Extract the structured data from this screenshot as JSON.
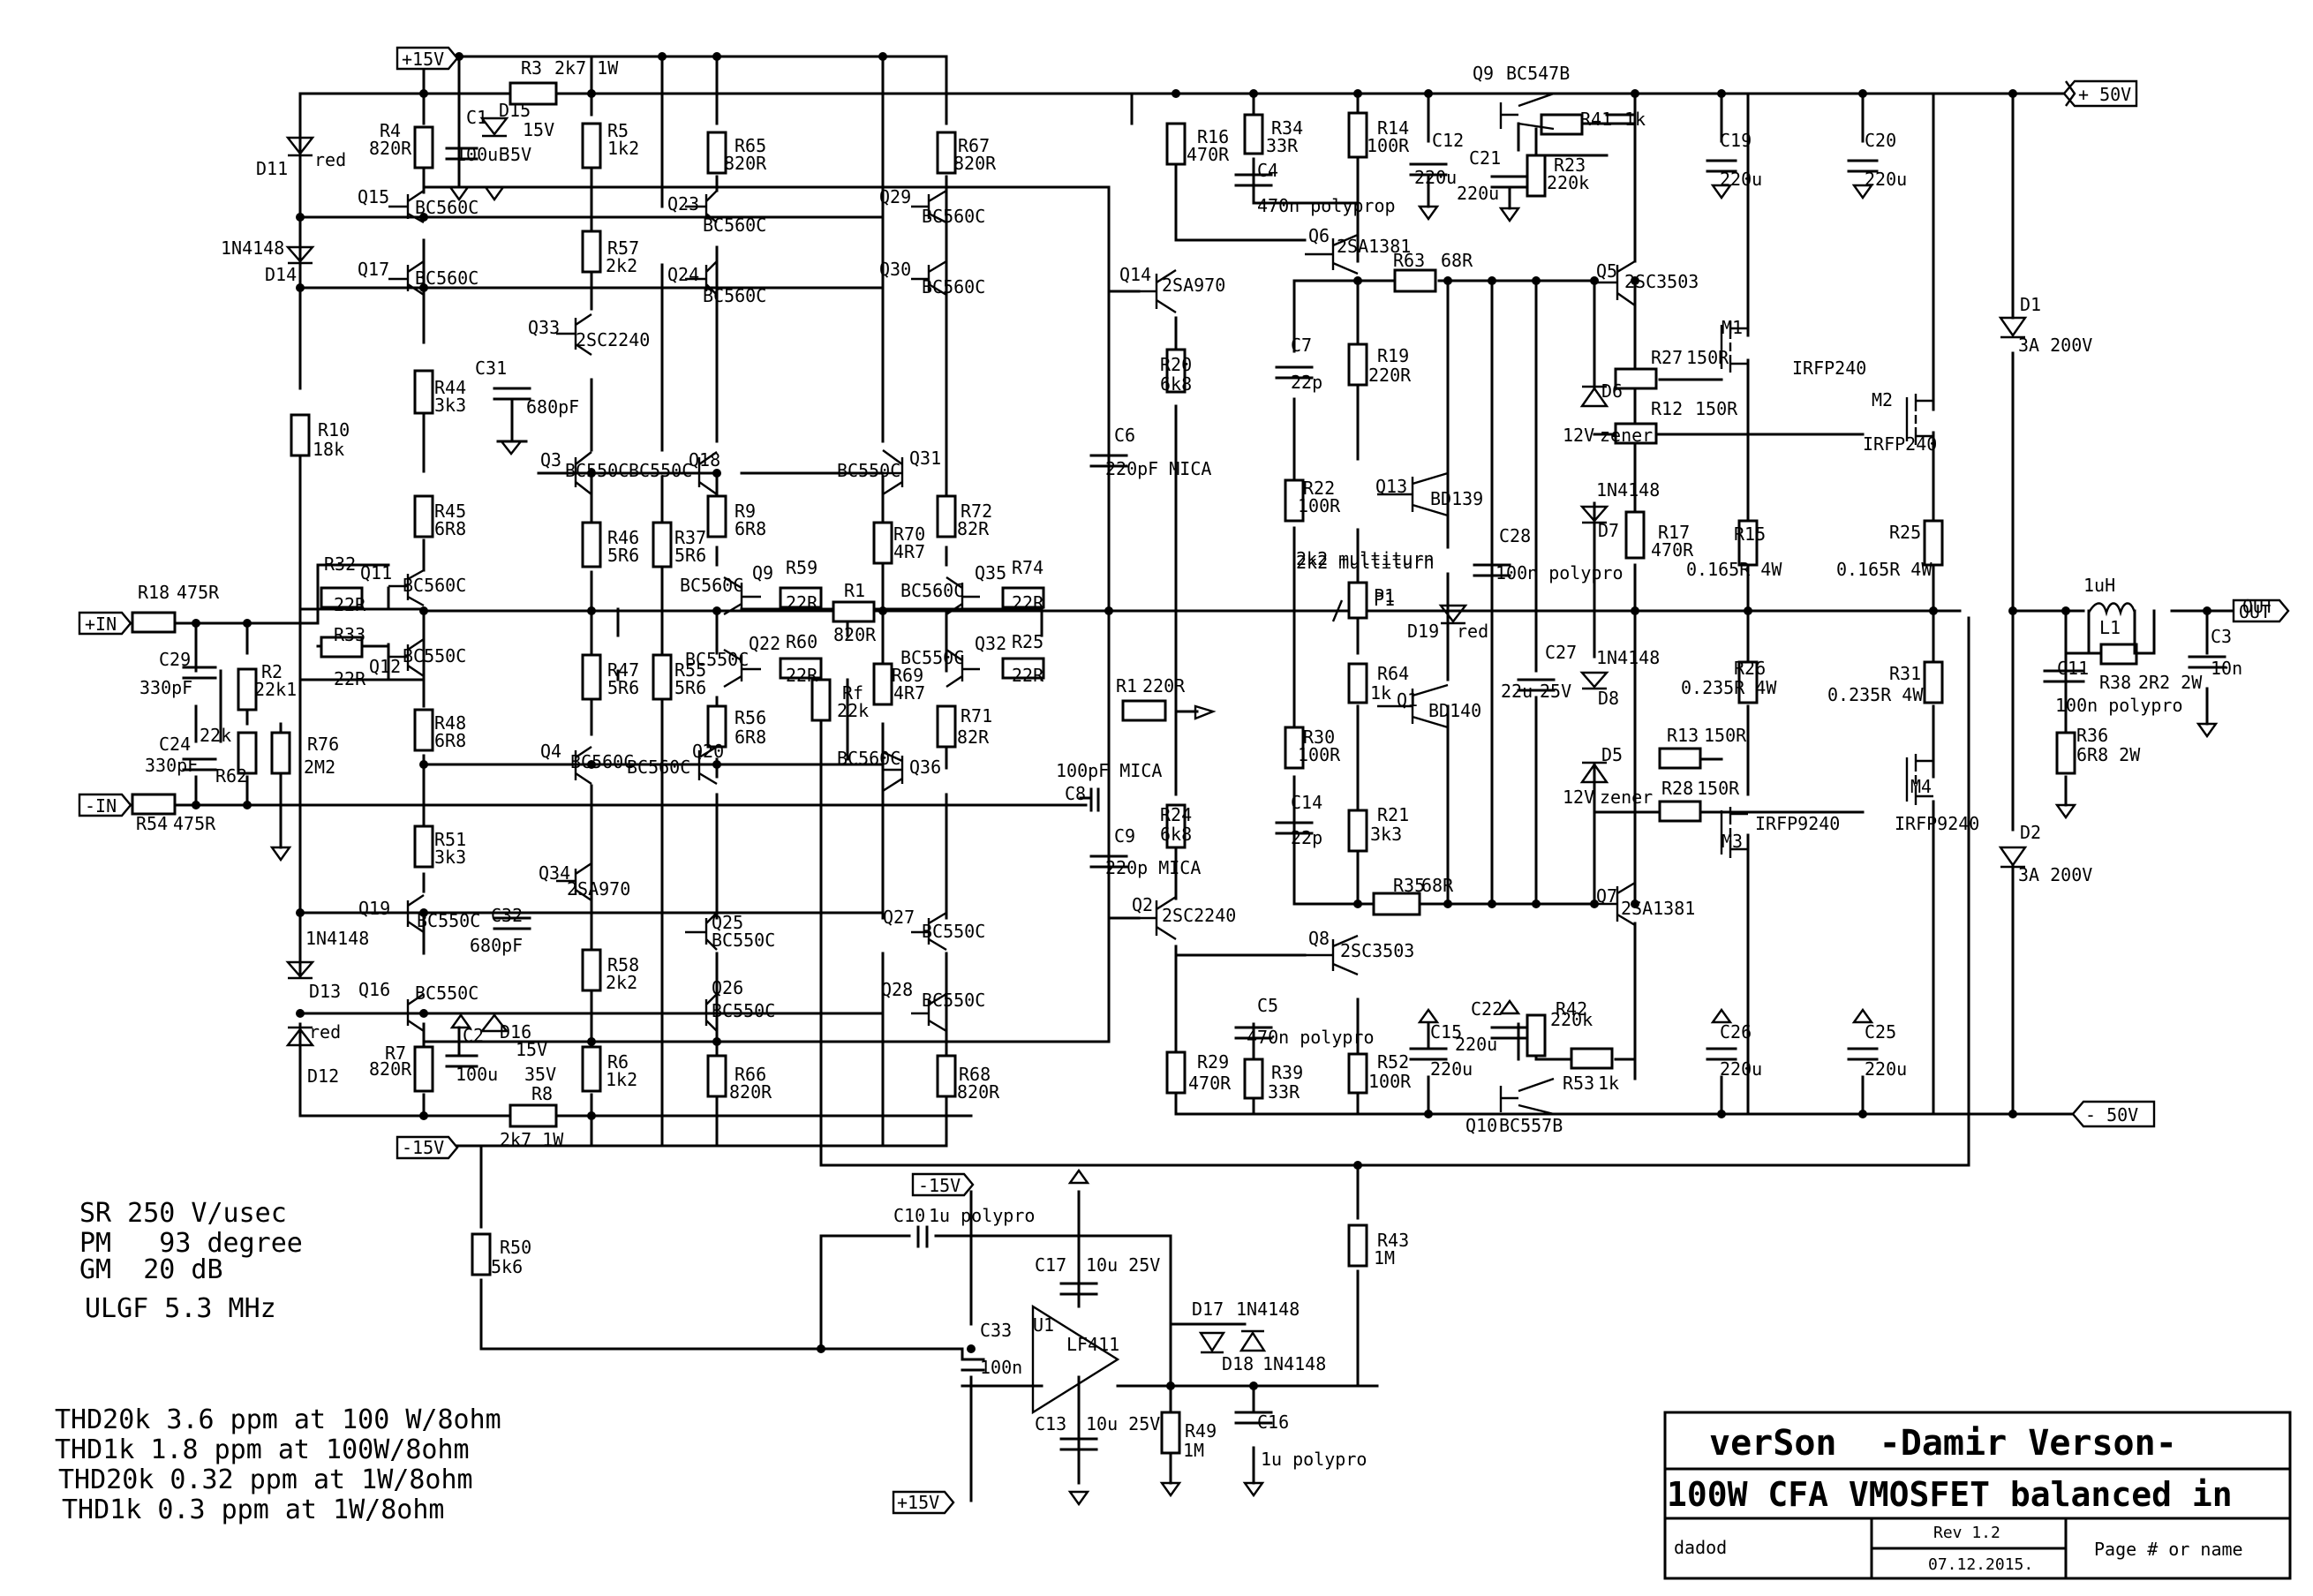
{
  "rails": {
    "pos15": "+15V",
    "neg15": "-15V",
    "pos50": "+ 50V",
    "neg50": "- 50V",
    "out": "OUT",
    "in_pos": "+IN",
    "in_neg": "-IN",
    "op_neg15": "-15V",
    "op_pos15": "+15V"
  },
  "specs": [
    "SR 250 V/usec",
    "PM   93 degree",
    "GM  20 dB",
    "ULGF 5.3 MHz"
  ],
  "thd": [
    "THD20k 3.6 ppm at 100 W/8ohm",
    "THD1k 1.8 ppm at 100W/8ohm",
    "THD20k 0.32 ppm at 1W/8ohm",
    "THD1k 0.3 ppm at 1W/8ohm"
  ],
  "title_block": {
    "author": "verSon  -Damir Verson-",
    "title": "100W CFA VMOSFET balanced in",
    "drawn_by": "dadod",
    "rev": "Rev 1.2",
    "date": "07.12.2015.",
    "page": "Page # or name"
  },
  "labels": [
    [
      "R3",
      590,
      84
    ],
    [
      "2k7 1W",
      628,
      84
    ],
    [
      "C1",
      528,
      140
    ],
    [
      "D15",
      565,
      132
    ],
    [
      "15V",
      592,
      154
    ],
    [
      "100uF",
      516,
      182
    ],
    [
      "35V",
      566,
      182
    ],
    [
      "R4",
      430,
      155
    ],
    [
      "820R",
      418,
      175
    ],
    [
      "R5",
      688,
      155
    ],
    [
      "1k2",
      688,
      175
    ],
    [
      "R65",
      832,
      172
    ],
    [
      "820R",
      820,
      192
    ],
    [
      "R67",
      1085,
      172
    ],
    [
      "820R",
      1080,
      192
    ],
    [
      "D11",
      290,
      198
    ],
    [
      "red",
      356,
      188
    ],
    [
      "Q15",
      405,
      230
    ],
    [
      "BC560C",
      470,
      242
    ],
    [
      "Q23",
      756,
      238
    ],
    [
      "BC560C",
      796,
      262
    ],
    [
      "Q29",
      996,
      230
    ],
    [
      "BC560C",
      1044,
      252
    ],
    [
      "1N4148",
      250,
      288
    ],
    [
      "D14",
      300,
      318
    ],
    [
      "Q17",
      405,
      312
    ],
    [
      "BC560C",
      470,
      322
    ],
    [
      "R57",
      688,
      288
    ],
    [
      "2k2",
      686,
      308
    ],
    [
      "Q24",
      756,
      318
    ],
    [
      "BC560C",
      796,
      342
    ],
    [
      "Q30",
      996,
      312
    ],
    [
      "BC560C",
      1044,
      332
    ],
    [
      "Q33",
      598,
      378
    ],
    [
      "2SC2240",
      652,
      392
    ],
    [
      "C31",
      538,
      424
    ],
    [
      "680pF",
      596,
      468
    ],
    [
      "R44",
      492,
      446
    ],
    [
      "3k3",
      492,
      466
    ],
    [
      "R10",
      360,
      494
    ],
    [
      "18k",
      354,
      516
    ],
    [
      "Q3",
      612,
      528
    ],
    [
      "BC550C",
      640,
      540
    ],
    [
      "BC550C",
      712,
      540
    ],
    [
      "Q18",
      780,
      528
    ],
    [
      "BC550C",
      948,
      540
    ],
    [
      "Q31",
      1030,
      526
    ],
    [
      "R45",
      492,
      586
    ],
    [
      "6R8",
      492,
      606
    ],
    [
      "R9",
      832,
      586
    ],
    [
      "6R8",
      832,
      606
    ],
    [
      "R72",
      1088,
      586
    ],
    [
      "82R",
      1084,
      606
    ],
    [
      "R46",
      688,
      616
    ],
    [
      "5R6",
      688,
      636
    ],
    [
      "R37",
      764,
      616
    ],
    [
      "5R6",
      764,
      636
    ],
    [
      "R70",
      1012,
      612
    ],
    [
      "4R7",
      1012,
      632
    ],
    [
      "2k2 multiturn",
      1468,
      644
    ],
    [
      "R32",
      367,
      646
    ],
    [
      "R18",
      156,
      678
    ],
    [
      "475R",
      200,
      678
    ],
    [
      "Q11",
      408,
      656
    ],
    [
      "BC560C",
      456,
      670
    ],
    [
      "22R",
      378,
      692
    ],
    [
      "Q9",
      852,
      656
    ],
    [
      "R59",
      890,
      650
    ],
    [
      "22R",
      890,
      690
    ],
    [
      "BC560C",
      770,
      670
    ],
    [
      "Q35",
      1104,
      656
    ],
    [
      "R74",
      1146,
      650
    ],
    [
      "22R",
      1146,
      690
    ],
    [
      "BC560C",
      1020,
      676
    ],
    [
      "R1",
      956,
      676
    ],
    [
      "820R",
      944,
      726
    ],
    [
      "P1",
      1556,
      686
    ],
    [
      "R33",
      378,
      726
    ],
    [
      "22R",
      378,
      776
    ],
    [
      "BC550C",
      456,
      750
    ],
    [
      "Q12",
      418,
      762
    ],
    [
      "R60",
      890,
      734
    ],
    [
      "22R",
      890,
      772
    ],
    [
      "Q22",
      848,
      736
    ],
    [
      "BC550C",
      776,
      754
    ],
    [
      "BC550C",
      1020,
      752
    ],
    [
      "Q32",
      1104,
      736
    ],
    [
      "R25",
      1146,
      734
    ],
    [
      "22R",
      1146,
      772
    ],
    [
      "R47",
      688,
      766
    ],
    [
      "5R6",
      688,
      786
    ],
    [
      "R55",
      764,
      766
    ],
    [
      "5R6",
      764,
      786
    ],
    [
      "R69",
      1010,
      772
    ],
    [
      "4R7",
      1012,
      792
    ],
    [
      "Rf",
      954,
      792
    ],
    [
      "22k",
      948,
      812
    ],
    [
      "R2",
      296,
      768
    ],
    [
      "22k1",
      288,
      788
    ],
    [
      "C29",
      180,
      754
    ],
    [
      "330pF",
      158,
      786
    ],
    [
      "R76",
      348,
      850
    ],
    [
      "2M2",
      344,
      876
    ],
    [
      "R48",
      492,
      826
    ],
    [
      "6R8",
      492,
      846
    ],
    [
      "R56",
      832,
      820
    ],
    [
      "6R8",
      832,
      842
    ],
    [
      "R71",
      1088,
      818
    ],
    [
      "82R",
      1084,
      842
    ],
    [
      "C24",
      180,
      850
    ],
    [
      "22k",
      226,
      840
    ],
    [
      "330pF",
      164,
      874
    ],
    [
      "R62",
      244,
      886
    ],
    [
      "Q4",
      612,
      858
    ],
    [
      "BC560C",
      646,
      870
    ],
    [
      "BC560C",
      710,
      876
    ],
    [
      "Q20",
      784,
      858
    ],
    [
      "BC560C",
      948,
      866
    ],
    [
      "Q36",
      1030,
      876
    ],
    [
      "R54",
      154,
      940
    ],
    [
      "475R",
      196,
      940
    ],
    [
      "R51",
      492,
      958
    ],
    [
      "3k3",
      492,
      978
    ],
    [
      "Q34",
      610,
      996
    ],
    [
      "2SA970",
      642,
      1014
    ],
    [
      "Q19",
      406,
      1036
    ],
    [
      "BC550C",
      472,
      1050
    ],
    [
      "C32",
      556,
      1044
    ],
    [
      "680pF",
      532,
      1078
    ],
    [
      "Q25",
      806,
      1052
    ],
    [
      "BC550C",
      806,
      1072
    ],
    [
      "Q27",
      1000,
      1046
    ],
    [
      "BC550C",
      1044,
      1062
    ],
    [
      "1N4148",
      346,
      1070
    ],
    [
      "R58",
      688,
      1100
    ],
    [
      "2k2",
      686,
      1120
    ],
    [
      "D13",
      350,
      1130
    ],
    [
      "Q16",
      406,
      1128
    ],
    [
      "BC550C",
      470,
      1132
    ],
    [
      "Q26",
      806,
      1126
    ],
    [
      "BC550C",
      806,
      1152
    ],
    [
      "Q28",
      998,
      1128
    ],
    [
      "BC550C",
      1044,
      1140
    ],
    [
      "red",
      350,
      1176
    ],
    [
      "C2",
      524,
      1180
    ],
    [
      "D16",
      566,
      1176
    ],
    [
      "15V",
      584,
      1196
    ],
    [
      "R7",
      436,
      1200
    ],
    [
      "820R",
      418,
      1218
    ],
    [
      "100u",
      516,
      1224
    ],
    [
      "35V",
      594,
      1224
    ],
    [
      "R6",
      688,
      1210
    ],
    [
      "1k2",
      686,
      1230
    ],
    [
      "R66",
      832,
      1224
    ],
    [
      "820R",
      826,
      1244
    ],
    [
      "R68",
      1086,
      1224
    ],
    [
      "820R",
      1084,
      1244
    ],
    [
      "D12",
      348,
      1226
    ],
    [
      "R8",
      602,
      1246
    ],
    [
      "2k7 1W",
      566,
      1298
    ],
    [
      "R16",
      1356,
      162
    ],
    [
      "470R",
      1344,
      182
    ],
    [
      "R34",
      1440,
      152
    ],
    [
      "33R",
      1434,
      172
    ],
    [
      "C4",
      1424,
      200
    ],
    [
      "470n polyprop",
      1424,
      240
    ],
    [
      "R14",
      1560,
      152
    ],
    [
      "100R",
      1548,
      172
    ],
    [
      "C12",
      1622,
      166
    ],
    [
      "220u",
      1602,
      208
    ],
    [
      "Q9",
      1668,
      90
    ],
    [
      "BC547B",
      1706,
      90
    ],
    [
      "R41",
      1790,
      142
    ],
    [
      "1k",
      1840,
      142
    ],
    [
      "C21",
      1664,
      186
    ],
    [
      "220u",
      1650,
      226
    ],
    [
      "R23",
      1760,
      194
    ],
    [
      "220k",
      1752,
      214
    ],
    [
      "C19",
      1948,
      166
    ],
    [
      "220u",
      1948,
      210
    ],
    [
      "C20",
      2112,
      166
    ],
    [
      "220u",
      2112,
      210
    ],
    [
      "Q6",
      1482,
      274
    ],
    [
      "2SA1381",
      1514,
      286
    ],
    [
      "Q14",
      1268,
      318
    ],
    [
      "2SA970",
      1316,
      330
    ],
    [
      "R63",
      1578,
      302
    ],
    [
      "68R",
      1632,
      302
    ],
    [
      "Q5",
      1808,
      314
    ],
    [
      "2SC3503",
      1840,
      326
    ],
    [
      "D1",
      2288,
      352
    ],
    [
      "3A 200V",
      2286,
      398
    ],
    [
      "C7",
      1462,
      398
    ],
    [
      "22p",
      1462,
      440
    ],
    [
      "R19",
      1560,
      410
    ],
    [
      "220R",
      1550,
      432
    ],
    [
      "R20",
      1314,
      420
    ],
    [
      "6k8",
      1314,
      442
    ],
    [
      "M1",
      1950,
      378
    ],
    [
      "R27",
      1870,
      412
    ],
    [
      "150R",
      1910,
      412
    ],
    [
      "IRFP240",
      2030,
      424
    ],
    [
      "D6",
      1814,
      450
    ],
    [
      "12V",
      1770,
      500
    ],
    [
      "zener",
      1812,
      500
    ],
    [
      "R12",
      1870,
      470
    ],
    [
      "150R",
      1920,
      470
    ],
    [
      "M2",
      2120,
      460
    ],
    [
      "IRFP240",
      2110,
      510
    ],
    [
      "C6",
      1262,
      500
    ],
    [
      "220pF MICA",
      1252,
      538
    ],
    [
      "R22",
      1476,
      560
    ],
    [
      "100R",
      1470,
      580
    ],
    [
      "Q13",
      1558,
      558
    ],
    [
      "BD139",
      1620,
      572
    ],
    [
      "1N4148",
      1808,
      562
    ],
    [
      "D7",
      1810,
      608
    ],
    [
      "R17",
      1878,
      610
    ],
    [
      "470R",
      1870,
      630
    ],
    [
      "R15",
      1964,
      612
    ],
    [
      "0.165R 4W",
      1910,
      652
    ],
    [
      "R25",
      2140,
      610
    ],
    [
      "0.165R 4W",
      2080,
      652
    ],
    [
      "C28",
      1698,
      614
    ],
    [
      "100n polypro",
      1694,
      656
    ],
    [
      "2k2 multiturn",
      1468,
      640
    ],
    [
      "P1",
      1556,
      682
    ],
    [
      "1uH",
      2360,
      670
    ],
    [
      "L1",
      2378,
      718
    ],
    [
      "OUT",
      2540,
      694
    ],
    [
      "D19",
      1594,
      722
    ],
    [
      "red",
      1650,
      722
    ],
    [
      "C27",
      1750,
      746
    ],
    [
      "22u",
      1700,
      790
    ],
    [
      "25V",
      1744,
      790
    ],
    [
      "R64",
      1560,
      770
    ],
    [
      "1k",
      1552,
      792
    ],
    [
      "1N4148",
      1808,
      752
    ],
    [
      "D8",
      1810,
      798
    ],
    [
      "R26",
      1964,
      764
    ],
    [
      "0.235R 4W",
      1904,
      786
    ],
    [
      "R31",
      2140,
      770
    ],
    [
      "0.235R 4W",
      2070,
      794
    ],
    [
      "C11",
      2330,
      764
    ],
    [
      "R38",
      2378,
      780
    ],
    [
      "2R2 2W",
      2422,
      780
    ],
    [
      "100n polypro",
      2328,
      806
    ],
    [
      "C3",
      2504,
      728
    ],
    [
      "10n",
      2504,
      764
    ],
    [
      "R1",
      1264,
      784
    ],
    [
      "220R",
      1294,
      784
    ],
    [
      "Q1",
      1582,
      800
    ],
    [
      "BD140",
      1618,
      812
    ],
    [
      "R36",
      2352,
      840
    ],
    [
      "6R8 2W",
      2352,
      862
    ],
    [
      "R13",
      1888,
      840
    ],
    [
      "150R",
      1930,
      840
    ],
    [
      "R30",
      1476,
      842
    ],
    [
      "100R",
      1470,
      862
    ],
    [
      "D5",
      1814,
      862
    ],
    [
      "12V",
      1770,
      910
    ],
    [
      "zener",
      1812,
      910
    ],
    [
      "100pF MICA",
      1196,
      880
    ],
    [
      "C8",
      1206,
      906
    ],
    [
      "R28",
      1882,
      900
    ],
    [
      "150R",
      1922,
      900
    ],
    [
      "M4",
      2164,
      898
    ],
    [
      "IRFP9240",
      1988,
      940
    ],
    [
      "IRFP9240",
      2146,
      940
    ],
    [
      "R24",
      1314,
      930
    ],
    [
      "6k8",
      1314,
      952
    ],
    [
      "C14",
      1462,
      916
    ],
    [
      "22p",
      1462,
      956
    ],
    [
      "R21",
      1560,
      930
    ],
    [
      "3k3",
      1552,
      952
    ],
    [
      "C9",
      1262,
      954
    ],
    [
      "220p MICA",
      1252,
      990
    ],
    [
      "M3",
      1950,
      960
    ],
    [
      "D2",
      2288,
      950
    ],
    [
      "3A 200V",
      2286,
      998
    ],
    [
      "R35",
      1578,
      1010
    ],
    [
      "68R",
      1610,
      1010
    ],
    [
      "Q2",
      1282,
      1032
    ],
    [
      "2SC2240",
      1316,
      1044
    ],
    [
      "Q7",
      1808,
      1022
    ],
    [
      "2SA1381",
      1836,
      1036
    ],
    [
      "Q8",
      1482,
      1070
    ],
    [
      "2SC3503",
      1518,
      1084
    ],
    [
      "C5",
      1424,
      1146
    ],
    [
      "470n polypro",
      1412,
      1182
    ],
    [
      "C22",
      1666,
      1150
    ],
    [
      "R42",
      1762,
      1150
    ],
    [
      "220k",
      1756,
      1162
    ],
    [
      "220u",
      1648,
      1190
    ],
    [
      "C15",
      1620,
      1176
    ],
    [
      "220u",
      1620,
      1218
    ],
    [
      "C26",
      1948,
      1176
    ],
    [
      "220u",
      1948,
      1218
    ],
    [
      "C25",
      2112,
      1176
    ],
    [
      "220u",
      2112,
      1218
    ],
    [
      "R29",
      1356,
      1210
    ],
    [
      "470R",
      1346,
      1234
    ],
    [
      "R39",
      1440,
      1222
    ],
    [
      "33R",
      1436,
      1244
    ],
    [
      "R52",
      1560,
      1210
    ],
    [
      "100R",
      1550,
      1232
    ],
    [
      "R53",
      1770,
      1234
    ],
    [
      "1k",
      1810,
      1234
    ],
    [
      "Q10",
      1660,
      1282
    ],
    [
      "BC557B",
      1698,
      1282
    ],
    [
      "C10",
      1012,
      1384
    ],
    [
      "1u polypro",
      1052,
      1384
    ],
    [
      "R43",
      1560,
      1412
    ],
    [
      "1M",
      1556,
      1432
    ],
    [
      "R50",
      566,
      1420
    ],
    [
      "5k6",
      556,
      1442
    ],
    [
      "C17",
      1172,
      1440
    ],
    [
      "10u 25V",
      1230,
      1440
    ],
    [
      "D17",
      1350,
      1490
    ],
    [
      "1N4148",
      1400,
      1490
    ],
    [
      "U1",
      1170,
      1508
    ],
    [
      "LF411",
      1208,
      1530
    ],
    [
      "C33",
      1110,
      1514
    ],
    [
      "100n",
      1110,
      1556
    ],
    [
      "D18",
      1384,
      1552
    ],
    [
      "1N4148",
      1430,
      1552
    ],
    [
      "C16",
      1424,
      1618
    ],
    [
      "1u polypro",
      1428,
      1660
    ],
    [
      "C13",
      1172,
      1620
    ],
    [
      "10u 25V",
      1230,
      1620
    ],
    [
      "R49",
      1342,
      1628
    ],
    [
      "1M",
      1340,
      1650
    ]
  ]
}
